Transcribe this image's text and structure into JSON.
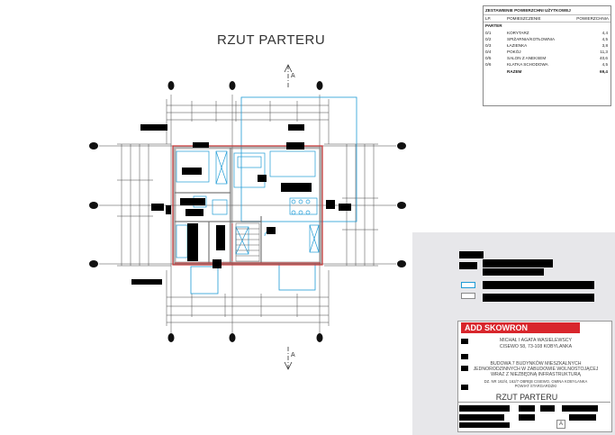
{
  "drawing": {
    "title": "RZUT PARTERU",
    "section_marker": "A"
  },
  "area_table": {
    "header": "ZESTAWIENIE POWIERZCHNI UŻYTKOWEJ",
    "columns": [
      "LP.",
      "POMIESZCZENIE",
      "POWIERZCHNIA"
    ],
    "section": "PARTER",
    "rows": [
      {
        "lp": "0/1",
        "name": "KORYTARZ",
        "area": "4,4"
      },
      {
        "lp": "0/2",
        "name": "SPIŻARNIA/KOTŁOWNIA",
        "area": "4,5"
      },
      {
        "lp": "0/3",
        "name": "ŁAZIENKA",
        "area": "3,8"
      },
      {
        "lp": "0/4",
        "name": "POKÓJ",
        "area": "11,3"
      },
      {
        "lp": "0/5",
        "name": "SALON Z ANEKSEM",
        "area": "40,6"
      },
      {
        "lp": "0/6",
        "name": "KLATKA SCHODOWA",
        "area": "4,5"
      }
    ],
    "total_label": "RAZEM",
    "total_value": "69,4"
  },
  "title_block": {
    "firm": "ADD SKOWRON",
    "address_line": "MICHAŁ I AGATA WASIELEWSCY",
    "address_line2": "CISEWO 58, 73-108 KOBYLANKA",
    "project_l1": "BUDOWA 7 BUDYNKÓW MIESZKALNYCH",
    "project_l2": "JEDNORODZINNYCH W ZABUDOWIE WOLNOSTOJĄCEJ",
    "project_l3": "WRAZ Z NIEZBĘDNĄ INFRASTRUKTURĄ",
    "plot_l1": "DZ. NR 162/4, 162/7 OBRĘB CISEWO, GMINA KOBYLANKA",
    "plot_l2": "POWIAT STARGARDZKI",
    "sheet_title": "RZUT PARTERU",
    "sheet_letter": "A"
  },
  "colors": {
    "wall": "#cc3333",
    "furniture": "#1f9bd6",
    "dim": "#444444",
    "redaction": "#000000"
  }
}
